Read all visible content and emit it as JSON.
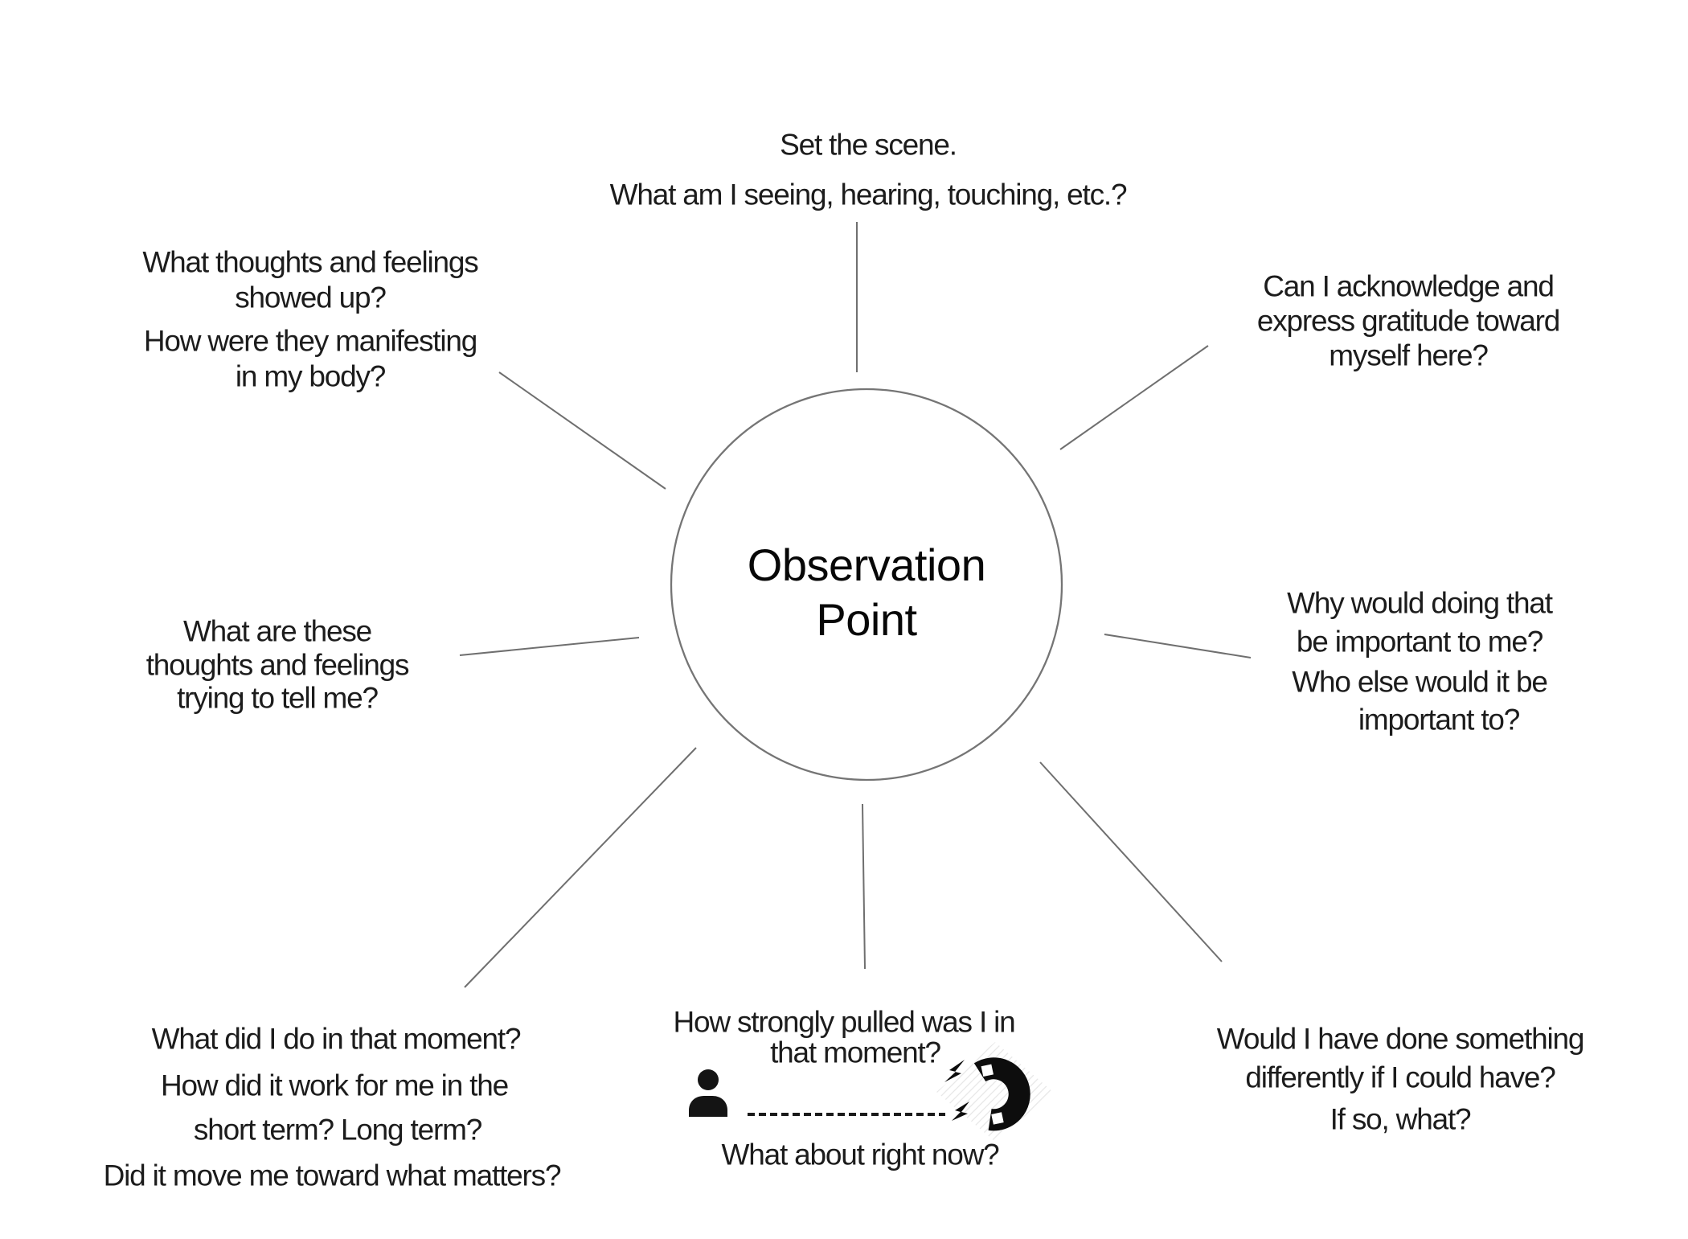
{
  "diagram": {
    "center": {
      "line1": "Observation",
      "line2": "Point"
    },
    "top": {
      "line1": "Set the scene.",
      "line2": "What am I seeing, hearing, touching, etc.?"
    },
    "upper_left": {
      "line1": "What thoughts and feelings",
      "line2": "showed up?",
      "line3": "How were they manifesting",
      "line4": "in my body?"
    },
    "upper_right": {
      "line1": "Can I acknowledge and",
      "line2": "express gratitude toward",
      "line3": "myself here?"
    },
    "mid_left": {
      "line1": "What are these",
      "line2": "thoughts and feelings",
      "line3": "trying to tell me?"
    },
    "mid_right": {
      "line1": "Why would doing that",
      "line2": "be important to me?",
      "line3": "Who else would it be",
      "line4": "important to?"
    },
    "bottom_left": {
      "line1": "What did I do in that moment?",
      "line2": "How did it work for me in the",
      "line3": "short term? Long term?",
      "line4": "Did it move me toward what matters?"
    },
    "bottom_center": {
      "line1": "How strongly pulled was I in",
      "line2": "that moment?",
      "line3": "What about right now?"
    },
    "bottom_right": {
      "line1": "Would I have done something",
      "line2": "differently if I could have?",
      "line3": "If so, what?"
    },
    "icons": {
      "person": "person-icon",
      "magnet": "magnet-icon",
      "pull_scale": "dashed-pull-line"
    },
    "colors": {
      "background": "#ffffff",
      "text": "#1c1c1c",
      "hub_text": "#070707",
      "stroke": "#6f6f6f",
      "icon": "#141414",
      "hatch": "#e2e2e2"
    }
  }
}
